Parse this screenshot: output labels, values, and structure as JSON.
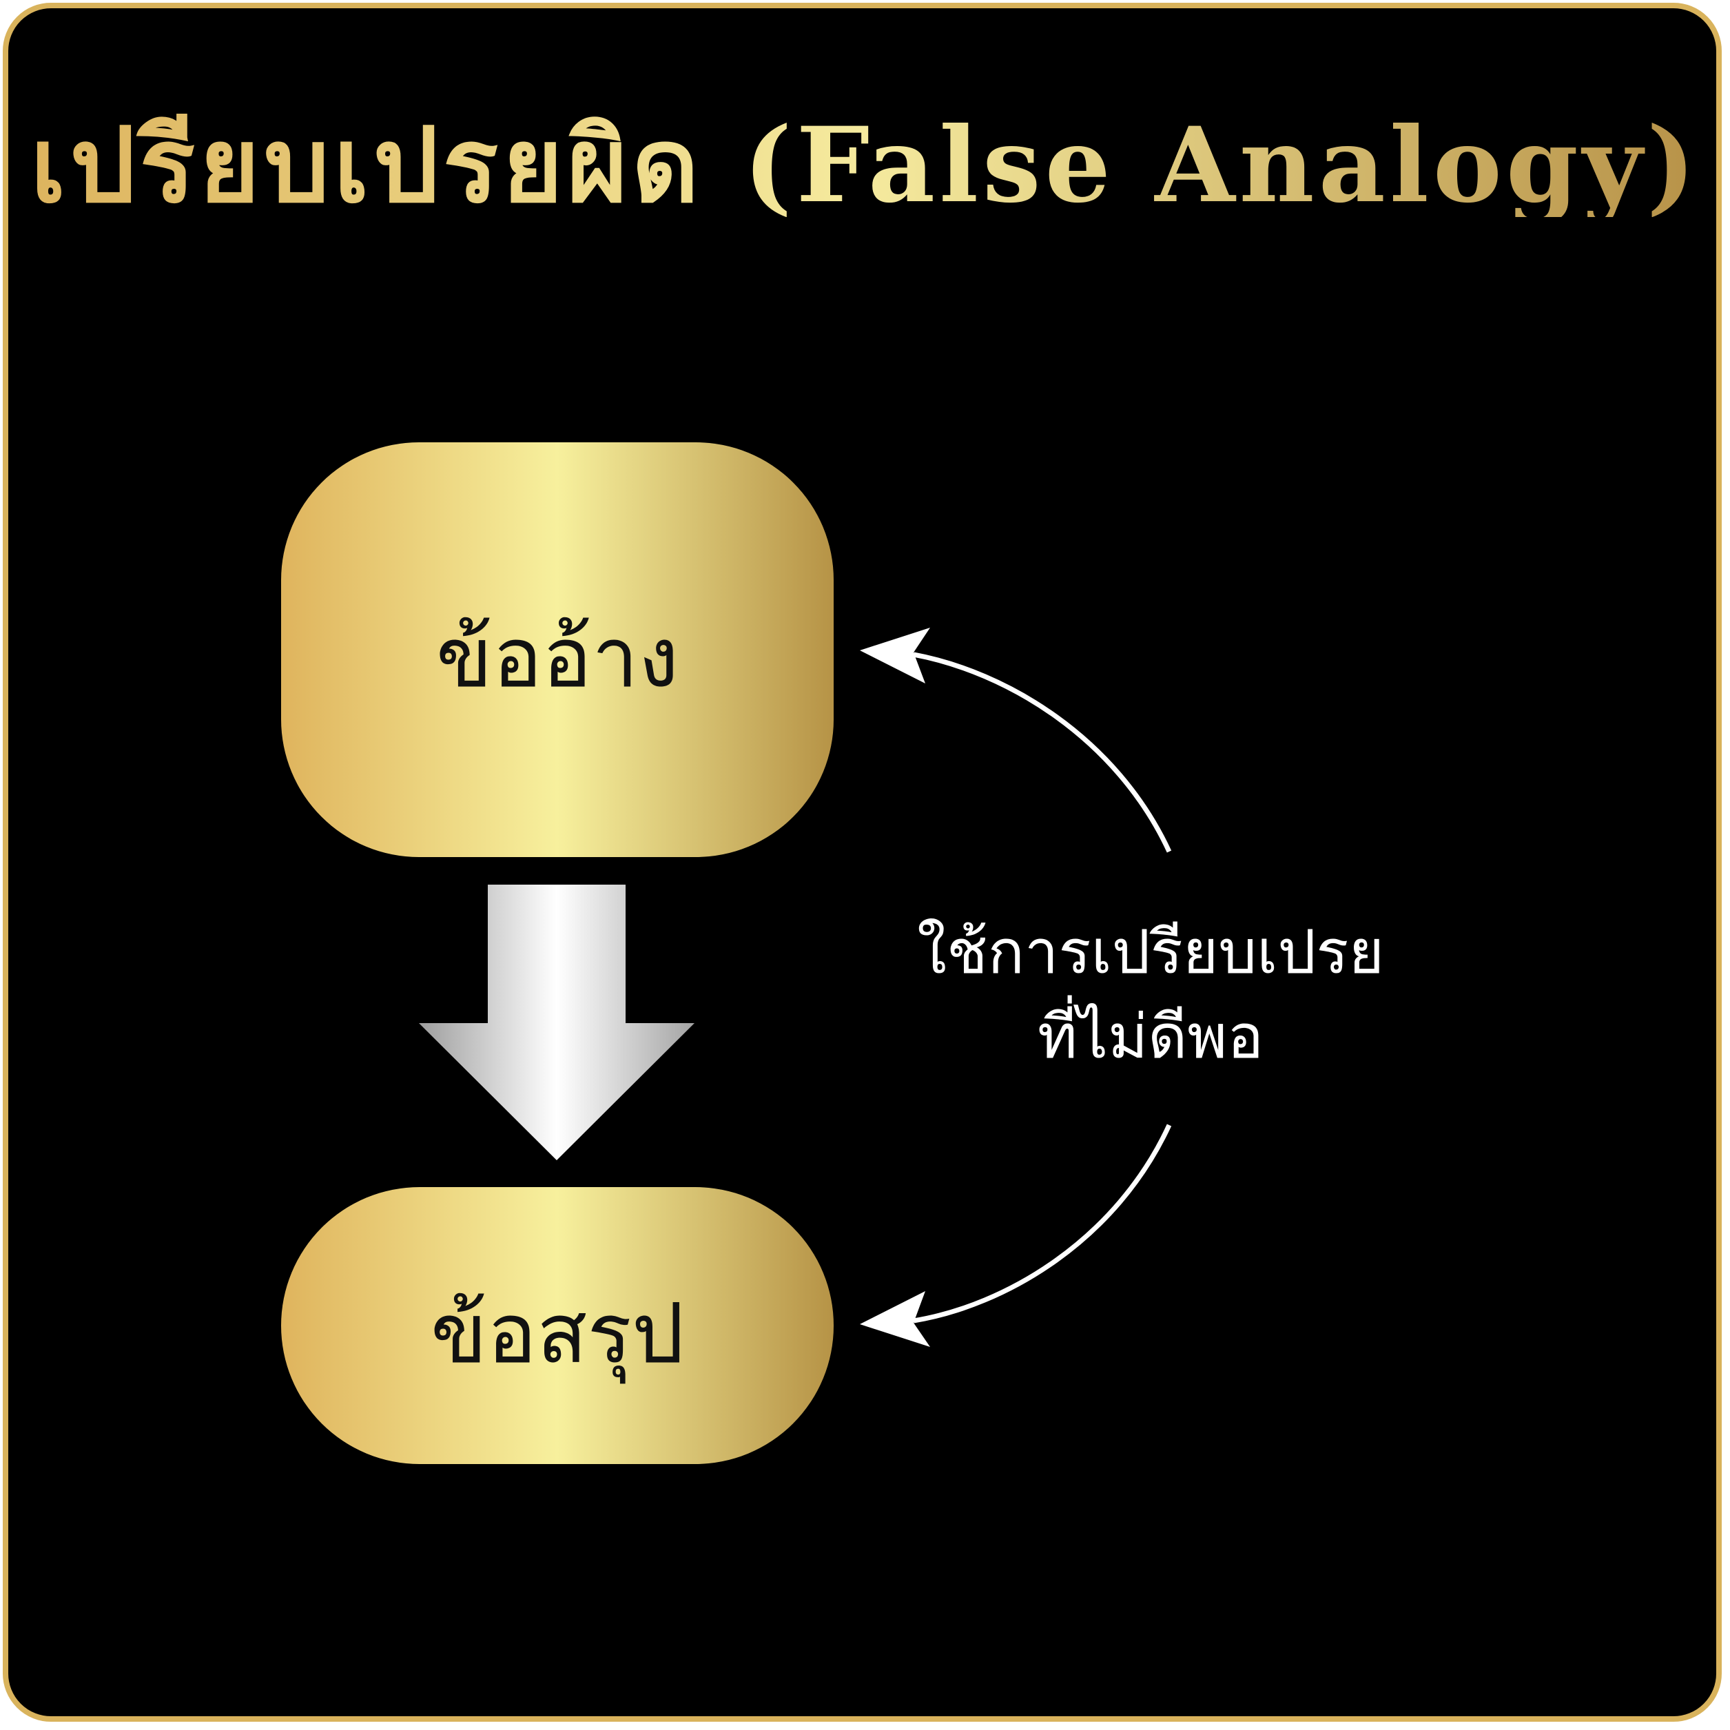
{
  "title": "เปรียบเปรยผิด (False Analogy)",
  "premise_label": "ข้ออ้าง",
  "conclusion_label": "ข้อสรุป",
  "note_lines": [
    "ใช้การเปรียบเปรย",
    "ที่ไม่ดีพอ"
  ],
  "colors": {
    "background": "#000000",
    "border": "#d9b35c",
    "gold_left": "#dfb45d",
    "gold_mid": "#f7f09d",
    "gold_right": "#b69346",
    "arrow_silver": "#c0c0c0",
    "note_text": "#ffffff"
  }
}
